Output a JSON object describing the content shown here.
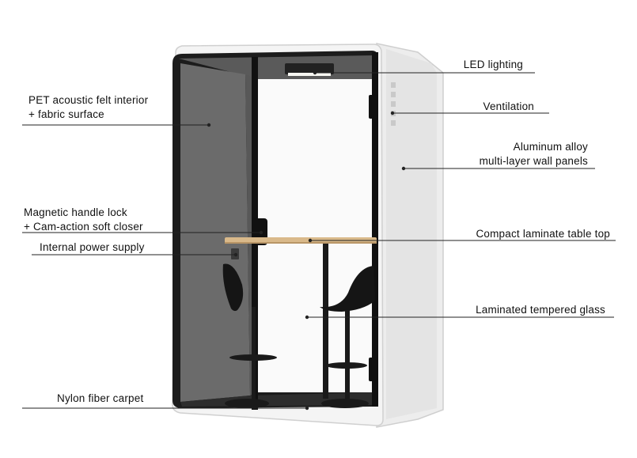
{
  "colors": {
    "frame": "#1a1a1a",
    "felt": "#6b6b6b",
    "panel": "#eeeeee",
    "wood": "#d9b98a",
    "line": "#222222"
  },
  "callouts": {
    "pet_felt": [
      "PET acoustic felt interior",
      "+ fabric surface"
    ],
    "magnetic_lock": [
      "Magnetic handle lock",
      "+ Cam-action soft closer"
    ],
    "power_supply": "Internal power supply",
    "carpet": "Nylon fiber carpet",
    "led": "LED lighting",
    "ventilation": "Ventilation",
    "aluminum": [
      "Aluminum alloy",
      "multi-layer wall panels"
    ],
    "table_top": "Compact laminate table top",
    "glass": "Laminated tempered glass"
  }
}
